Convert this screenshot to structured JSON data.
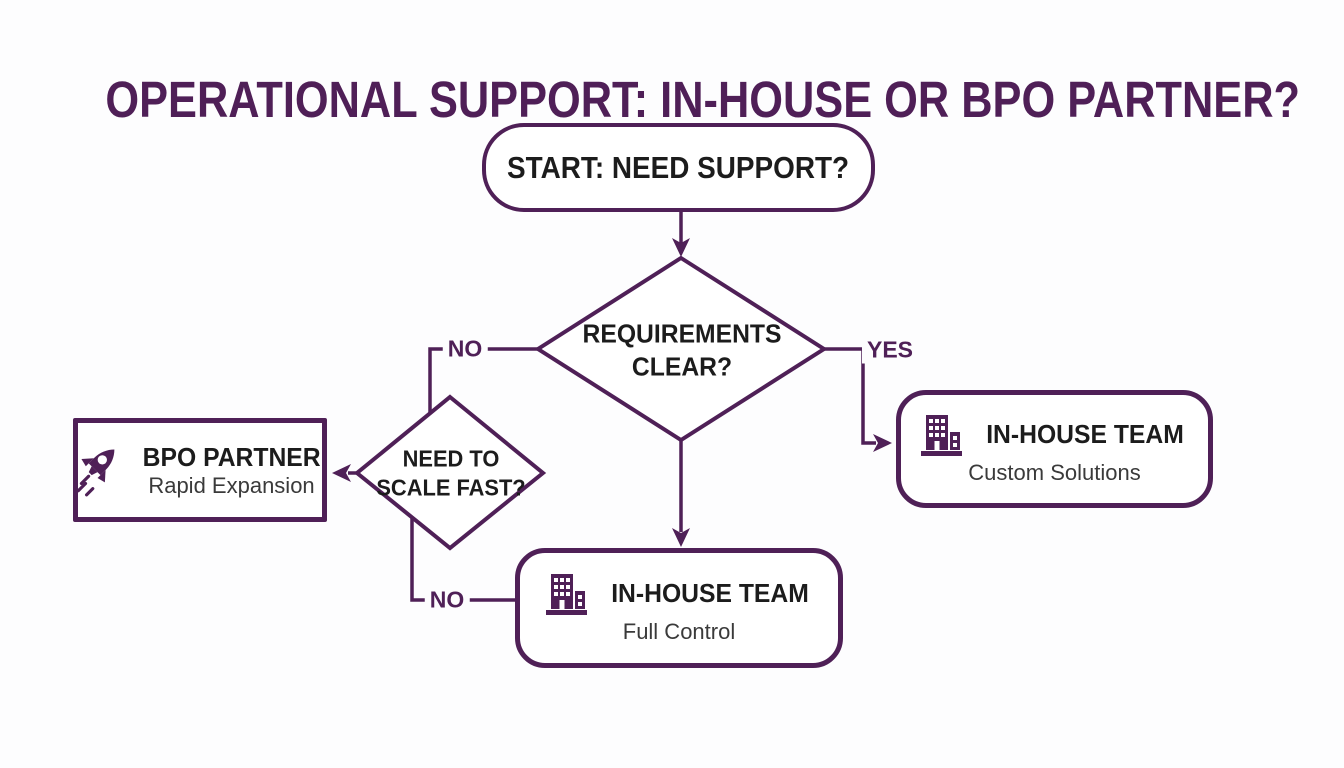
{
  "title": "OPERATIONAL SUPPORT: IN-HOUSE OR BPO PARTNER?",
  "colors": {
    "purple": "#4f2057",
    "title_purple": "#4f1f57",
    "heading_text": "#1c1c1c",
    "subtitle_text": "#3a3a3a",
    "background": "#fdfdfe"
  },
  "nodes": {
    "start": {
      "label": "START: NEED SUPPORT?"
    },
    "requirements": {
      "line1": "REQUIREMENTS",
      "line2": "CLEAR?"
    },
    "scale": {
      "line1": "NEED TO",
      "line2": "SCALE FAST?"
    },
    "bpo": {
      "icon": "rocket-icon",
      "title": "BPO PARTNER",
      "subtitle": "Rapid Expansion"
    },
    "inhouse_custom": {
      "icon": "building-icon",
      "title": "IN-HOUSE TEAM",
      "subtitle": "Custom Solutions"
    },
    "inhouse_full": {
      "icon": "building-icon",
      "title": "IN-HOUSE TEAM",
      "subtitle": "Full Control"
    }
  },
  "edges": {
    "requirements_no": "NO",
    "requirements_yes": "YES",
    "scale_no": "NO"
  }
}
